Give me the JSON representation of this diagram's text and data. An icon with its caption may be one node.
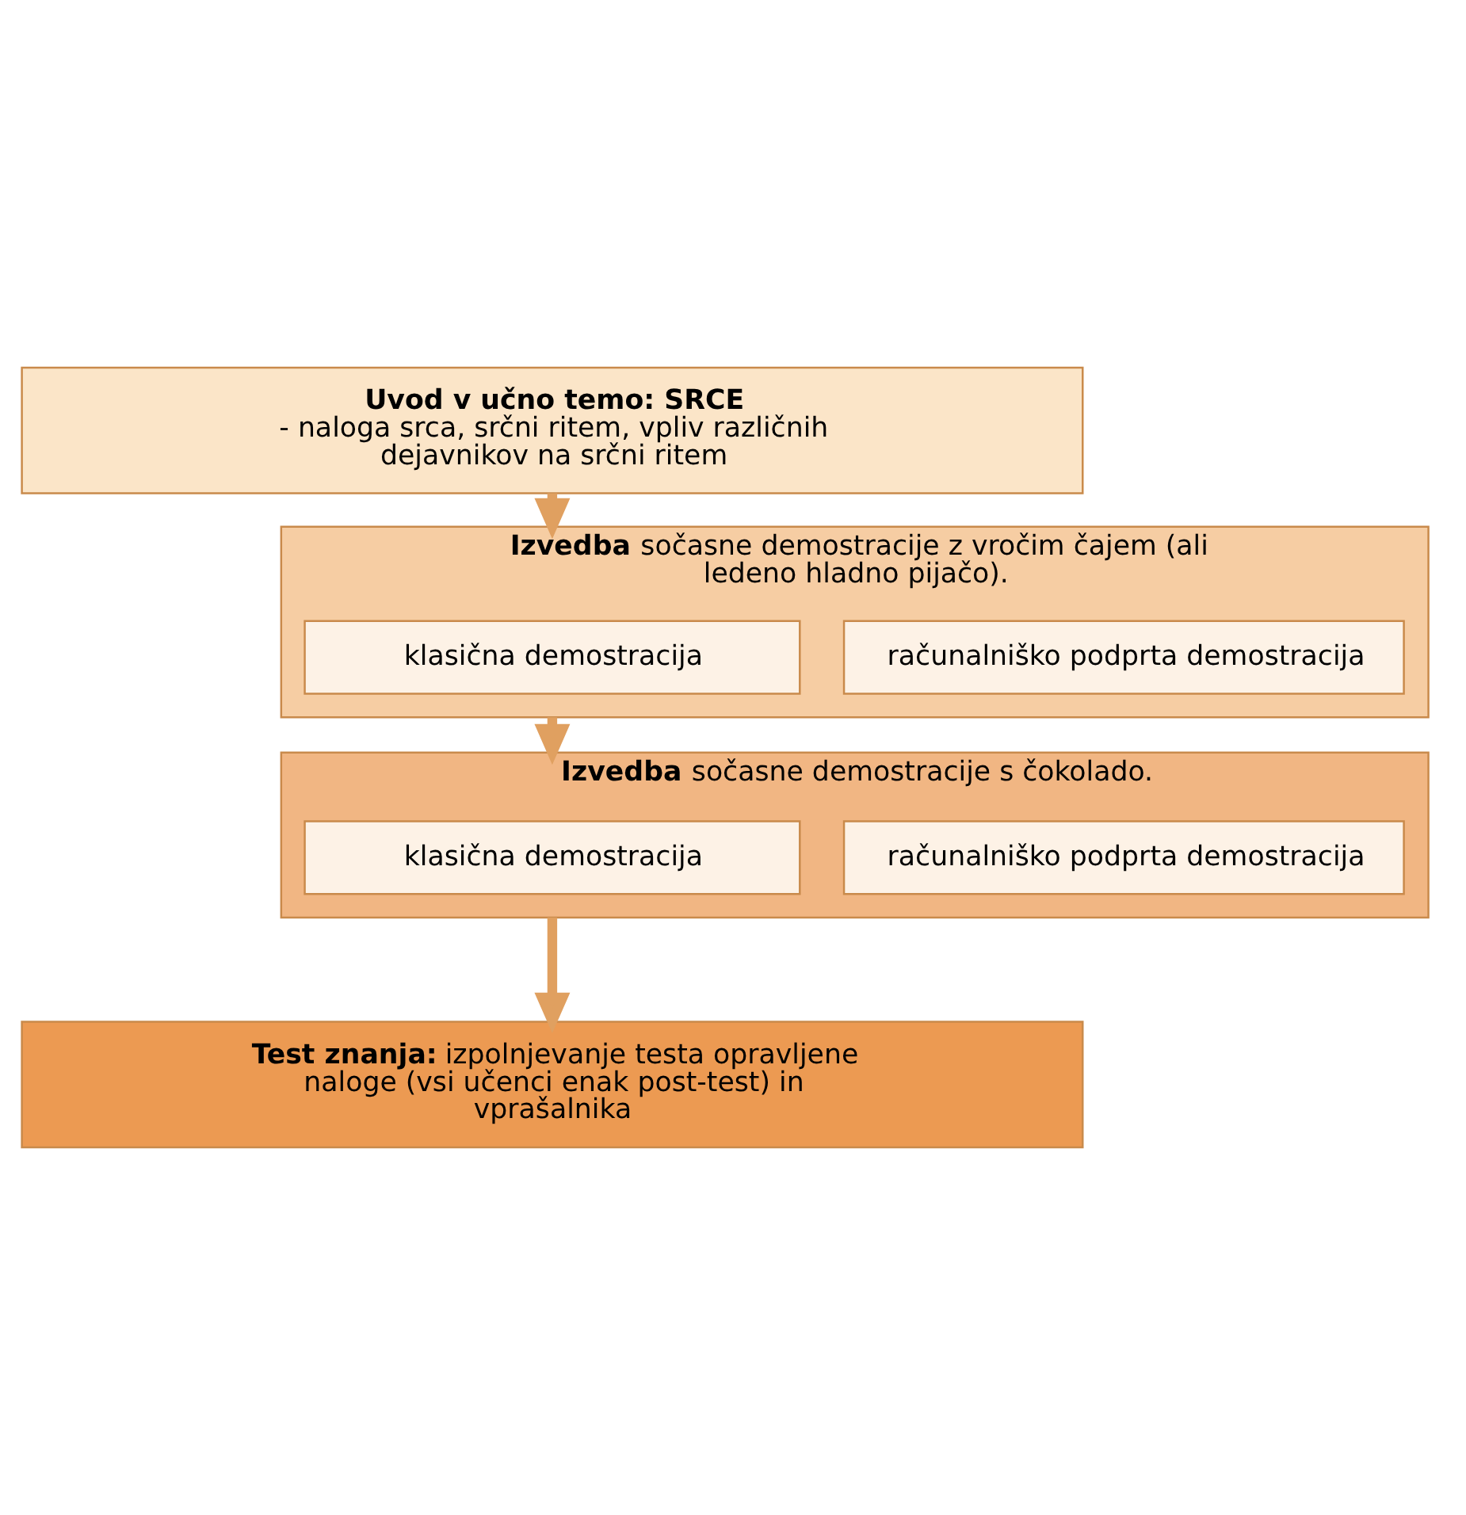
{
  "diagram": {
    "nodes": [
      {
        "text": [
          "Uvod v učno temo: SRCE",
          "- naloga srca, srčni ritem, vpliv različnih dejavnikov na srčni ritem"
        ]
      },
      {
        "text": [
          "**Izvedba** sočasne demostracije z vročim čajem (ali ledeno hladno pijačo)."
        ]
      },
      {
        "text": [
          "klasična demostracija"
        ],
        "in": 1
      },
      {
        "text": [
          "računalniško podprta demostracija"
        ],
        "in": 1
      },
      {
        "text": [
          "**Izvedba** sočasne demostracije s čokolado."
        ]
      },
      {
        "text": [
          "klasična demostracija"
        ],
        "in": 4
      },
      {
        "text": [
          "računalniško podprta demostracija"
        ],
        "in": 4
      },
      {
        "text": [
          "**Test znanja:** izpolnjevanje testa opravljene naloge (vsi učenci enak post-test) in vprašalnika"
        ]
      }
    ],
    "edges": [
      {
        "from": 0,
        "to": 1,
        "arrow": "to"
      },
      {
        "from": 1,
        "to": 4,
        "arrow": "to"
      },
      {
        "from": 4,
        "to": 7,
        "arrow": "to"
      }
    ]
  }
}
